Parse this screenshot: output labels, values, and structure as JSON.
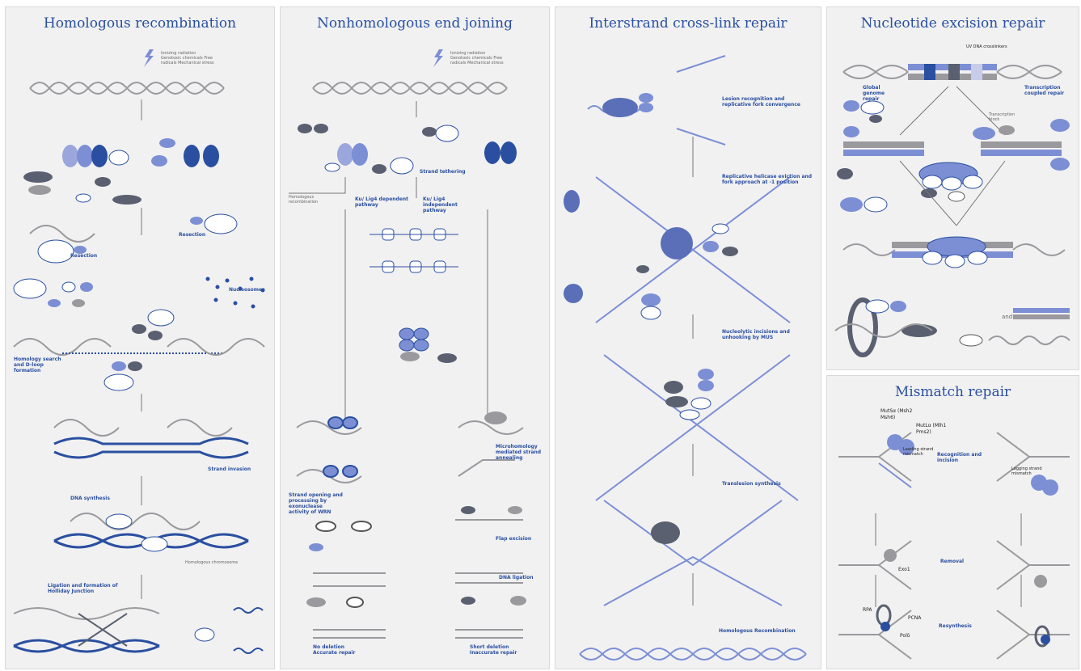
{
  "colors": {
    "title": "#2a4fa0",
    "protein_blue": "#7c8fd4",
    "protein_dark": "#5a6070",
    "dna_gray": "#9a9a9e",
    "dna_blue": "#2a4fa0",
    "panel_bg": "#f1f1f2"
  },
  "panels": {
    "hr": {
      "title": "Homologous recombination",
      "labels": {
        "damage": "Ionizing radiation Genotoxic chemicals Free radicals Mechanical stress",
        "resection": "Resection",
        "resection2": "Resection",
        "nucleosomes": "Nucleosomes",
        "dloop": "Homology search and D-loop formation",
        "strand_invasion": "Strand invasion",
        "dna_synthesis": "DNA synthesis",
        "homologous_chromosome": "Homologous chromosome",
        "holliday": "Ligation and formation of Holliday Junction"
      }
    },
    "nhej": {
      "title": "Nonhomologous end joining",
      "labels": {
        "damage": "Ionizing radiation Genotoxic chemicals Free radicals Mechanical stress",
        "strand_tethering": "Strand tethering",
        "homologous_recombination": "Homologous recombination",
        "ku_dependent": "Ku/ Lig4 dependent pathway",
        "ku_independent": "Ku/ Lig4 independent pathway",
        "microhomology": "Microhomology mediated strand annealing",
        "strand_opening": "Strand opening and processing by exonuclease activity of WRN",
        "flap_excision": "Flap excision",
        "dna_ligation": "DNA ligation",
        "no_deletion": "No deletion Accurate repair",
        "short_deletion": "Short deletion Inaccurate repair"
      }
    },
    "icl": {
      "title": "Interstrand cross-link repair",
      "labels": {
        "lesion": "Lesion recognition and replicative fork convergence",
        "helicase": "Replicative helicase eviction and fork approach at -1 position",
        "nuclease": "Nucleolytic incisions and unhooking by MUS",
        "tls": "Translesion synthesis",
        "hr": "Homologous Recombination"
      }
    },
    "ner": {
      "title": "Nucleotide excision repair",
      "labels": {
        "uv": "UV DNA crosslinkers",
        "ggr": "Global genome repair",
        "tcr": "Transcription coupled repair",
        "block": "Transcription block",
        "and": "and"
      }
    },
    "mmr": {
      "title": "Mismatch repair",
      "labels": {
        "mutsa": "MutSα (Msh2 Msh6)",
        "mutla": "MutLα (Mlh1 Pms2)",
        "leading": "Leading strand mismatch",
        "recognition": "Recognition and incision",
        "lagging": "Lagging strand mismatch",
        "removal": "Removal",
        "resynthesis": "Resynthesis",
        "exo1": "Exo1",
        "pcna": "PCNA",
        "rpa": "RPA",
        "pold": "Polδ"
      }
    }
  }
}
